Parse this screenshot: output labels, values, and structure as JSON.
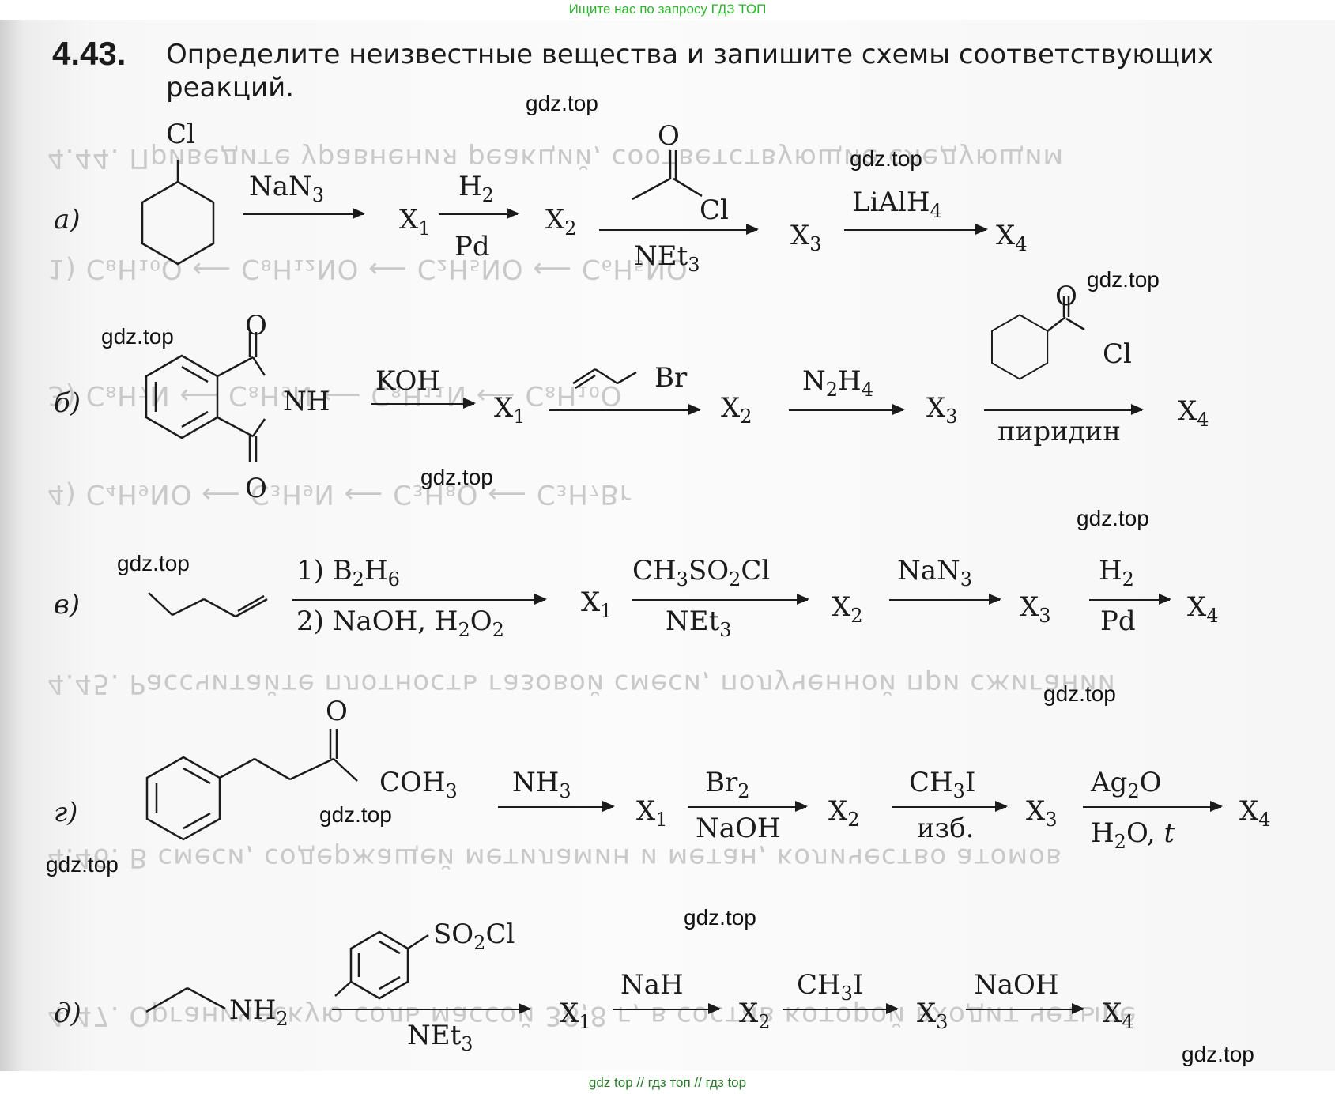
{
  "header_note": "Ищите нас по запросу ГДЗ ТОП",
  "footer_note": "gdz top // гдз топ // гдз top",
  "watermark": "gdz.top",
  "problem": {
    "number": "4.43.",
    "text": "Определите неизвестные вещества и запишите схемы соответствующих реакций."
  },
  "reactions": [
    {
      "label": "а)",
      "start_substituent": "Cl",
      "steps": [
        {
          "above": "NaN3",
          "below": "",
          "product": "X1"
        },
        {
          "above": "H2",
          "below": "Pd",
          "product": "X2"
        },
        {
          "above": "Cl",
          "below": "NEt3",
          "product": "X3",
          "reagent_carbonyl": "O"
        },
        {
          "above": "LiAlH4",
          "below": "",
          "product": "X4"
        }
      ]
    },
    {
      "label": "б)",
      "start_labels": [
        "O",
        "NH",
        "O"
      ],
      "steps": [
        {
          "above": "KOH",
          "below": "",
          "product": "X1"
        },
        {
          "above": "Br",
          "below": "",
          "product": "X2"
        },
        {
          "above": "N2H4",
          "below": "",
          "product": "X3"
        },
        {
          "above": "Cl",
          "below": "пиридин",
          "product": "X4",
          "reagent_carbonyl": "O"
        }
      ]
    },
    {
      "label": "в)",
      "steps": [
        {
          "above": "1) B2H6",
          "below": "2) NaOH, H2O2",
          "product": "X1"
        },
        {
          "above": "CH3SO2Cl",
          "below": "NEt3",
          "product": "X2"
        },
        {
          "above": "NaN3",
          "below": "",
          "product": "X3"
        },
        {
          "above": "H2",
          "below": "Pd",
          "product": "X4"
        }
      ]
    },
    {
      "label": "г)",
      "start_labels": [
        "O",
        "COH3"
      ],
      "steps": [
        {
          "above": "NH3",
          "below": "",
          "product": "X1"
        },
        {
          "above": "Br2",
          "below": "NaOH",
          "product": "X2"
        },
        {
          "above": "CH3I",
          "below": "изб.",
          "product": "X3"
        },
        {
          "above": "Ag2O",
          "below": "H2O, t",
          "product": "X4"
        }
      ]
    },
    {
      "label": "д)",
      "start_substituent": "NH2",
      "steps": [
        {
          "above": "SO2Cl",
          "below": "NEt3",
          "product": "X1"
        },
        {
          "above": "NaH",
          "below": "",
          "product": "X2"
        },
        {
          "above": "CH3I",
          "below": "",
          "product": "X3"
        },
        {
          "above": "NaOH",
          "below": "",
          "product": "X4"
        }
      ]
    }
  ]
}
